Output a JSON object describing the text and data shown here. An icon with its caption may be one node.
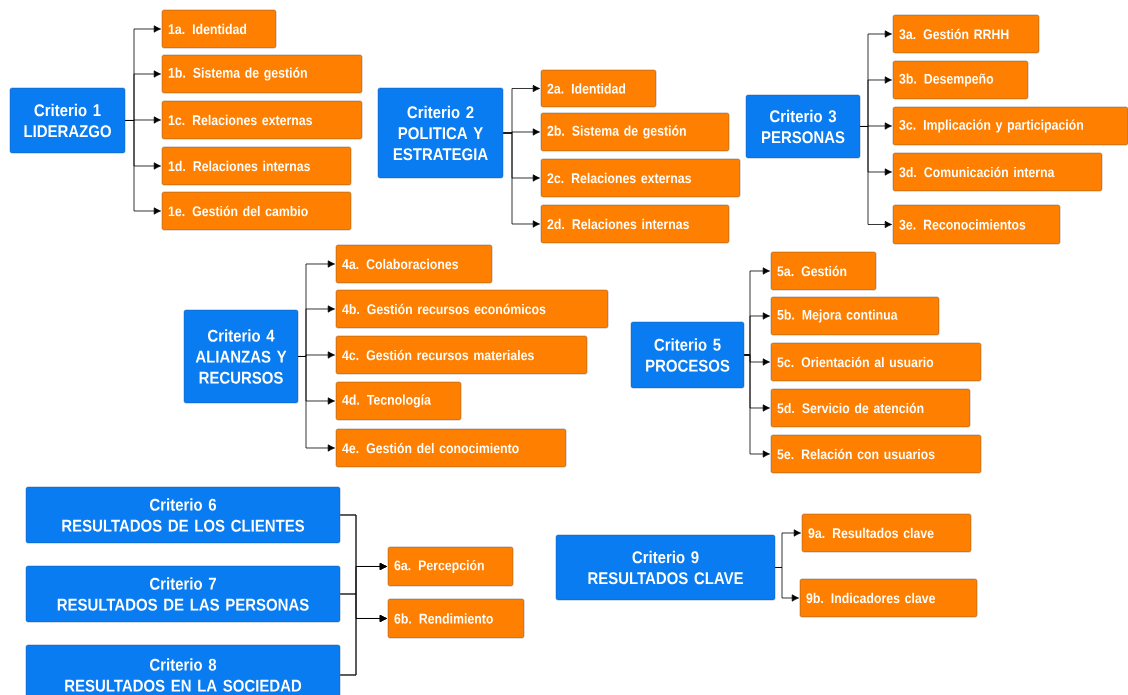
{
  "diagram": {
    "nodes": [
      {
        "text": [
          "Criterio 1",
          "LIDERAZGO"
        ]
      },
      {
        "text": [
          "1a. Identidad"
        ]
      },
      {
        "text": [
          "1b. Sistema de gestión"
        ]
      },
      {
        "text": [
          "1c. Relaciones externas"
        ]
      },
      {
        "text": [
          "1d. Relaciones internas"
        ]
      },
      {
        "text": [
          "1e. Gestión del cambio"
        ]
      },
      {
        "text": [
          "Criterio 2",
          "POLITICA Y ESTRATEGIA"
        ]
      },
      {
        "text": [
          "2a. Identidad"
        ]
      },
      {
        "text": [
          "2b. Sistema de gestión"
        ]
      },
      {
        "text": [
          "2c. Relaciones externas"
        ]
      },
      {
        "text": [
          "2d. Relaciones internas"
        ]
      },
      {
        "text": [
          "Criterio 3",
          "PERSONAS"
        ]
      },
      {
        "text": [
          "3a. Gestión RRHH"
        ]
      },
      {
        "text": [
          "3b. Desempeño"
        ]
      },
      {
        "text": [
          "3c. Implicación y participación"
        ]
      },
      {
        "text": [
          "3d. Comunicación interna"
        ]
      },
      {
        "text": [
          "3e. Reconocimientos"
        ]
      },
      {
        "text": [
          "Criterio 4",
          "ALIANZAS Y RECURSOS"
        ]
      },
      {
        "text": [
          "4a. Colaboraciones"
        ]
      },
      {
        "text": [
          "4b. Gestión recursos económicos"
        ]
      },
      {
        "text": [
          "4c. Gestión recursos materiales"
        ]
      },
      {
        "text": [
          "4d. Tecnología"
        ]
      },
      {
        "text": [
          "4e. Gestión del conocimiento"
        ]
      },
      {
        "text": [
          "Criterio 5",
          "PROCESOS"
        ]
      },
      {
        "text": [
          "5a. Gestión"
        ]
      },
      {
        "text": [
          "5b. Mejora continua"
        ]
      },
      {
        "text": [
          "5c. Orientación al usuario"
        ]
      },
      {
        "text": [
          "5d. Servicio de atención"
        ]
      },
      {
        "text": [
          "5e. Relación con usuarios"
        ]
      },
      {
        "text": [
          "Criterio 6",
          "RESULTADOS DE LOS CLIENTES"
        ]
      },
      {
        "text": [
          "Criterio 7",
          "RESULTADOS DE LAS PERSONAS"
        ]
      },
      {
        "text": [
          "Criterio 8",
          "RESULTADOS EN LA SOCIEDAD"
        ]
      },
      {
        "text": [
          "6a. Percepción"
        ]
      },
      {
        "text": [
          "6b. Rendimiento"
        ]
      },
      {
        "text": [
          "Criterio 9",
          "RESULTADOS CLAVE"
        ]
      },
      {
        "text": [
          "9a. Resultados clave"
        ]
      },
      {
        "text": [
          "9b. Indicadores clave"
        ]
      }
    ],
    "edges": [
      {
        "from": 0,
        "to": 1,
        "arrow": "to"
      },
      {
        "from": 0,
        "to": 2,
        "arrow": "to"
      },
      {
        "from": 0,
        "to": 3,
        "arrow": "to"
      },
      {
        "from": 0,
        "to": 4,
        "arrow": "to"
      },
      {
        "from": 0,
        "to": 5,
        "arrow": "to"
      },
      {
        "from": 6,
        "to": 7,
        "arrow": "to"
      },
      {
        "from": 6,
        "to": 8,
        "arrow": "to"
      },
      {
        "from": 6,
        "to": 9,
        "arrow": "to"
      },
      {
        "from": 6,
        "to": 10,
        "arrow": "to"
      },
      {
        "from": 11,
        "to": 12,
        "arrow": "to"
      },
      {
        "from": 11,
        "to": 13,
        "arrow": "to"
      },
      {
        "from": 11,
        "to": 14,
        "arrow": "to"
      },
      {
        "from": 11,
        "to": 15,
        "arrow": "to"
      },
      {
        "from": 11,
        "to": 16,
        "arrow": "to"
      },
      {
        "from": 17,
        "to": 18,
        "arrow": "to"
      },
      {
        "from": 17,
        "to": 19,
        "arrow": "to"
      },
      {
        "from": 17,
        "to": 20,
        "arrow": "to"
      },
      {
        "from": 17,
        "to": 21,
        "arrow": "to"
      },
      {
        "from": 17,
        "to": 22,
        "arrow": "to"
      },
      {
        "from": 23,
        "to": 24,
        "arrow": "to"
      },
      {
        "from": 23,
        "to": 25,
        "arrow": "to"
      },
      {
        "from": 23,
        "to": 26,
        "arrow": "to"
      },
      {
        "from": 23,
        "to": 27,
        "arrow": "to"
      },
      {
        "from": 23,
        "to": 28,
        "arrow": "to"
      },
      {
        "from": 29,
        "to": 32,
        "arrow": "to"
      },
      {
        "from": 29,
        "to": 33,
        "arrow": "to"
      },
      {
        "from": 30,
        "to": 32,
        "arrow": "to"
      },
      {
        "from": 30,
        "to": 33,
        "arrow": "to"
      },
      {
        "from": 31,
        "to": 32,
        "arrow": "to"
      },
      {
        "from": 31,
        "to": 33,
        "arrow": "to"
      },
      {
        "from": 34,
        "to": 35,
        "arrow": "to"
      },
      {
        "from": 34,
        "to": 36,
        "arrow": "to"
      }
    ]
  }
}
